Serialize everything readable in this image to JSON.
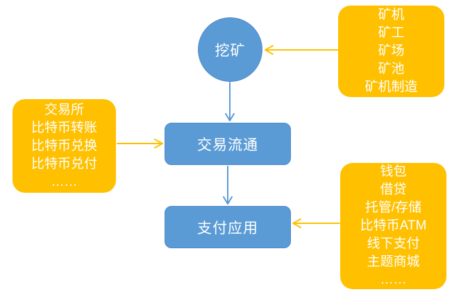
{
  "diagram": {
    "colors": {
      "node_blue": "#5B9BD5",
      "node_blue_border": "#4E8AC8",
      "callout_yellow": "#FFC000",
      "arrow_blue": "#5B9BD5",
      "arrow_yellow": "#FFC000",
      "label_text": "#FFFFFF"
    },
    "nodes": {
      "mining": {
        "label": "挖矿"
      },
      "circulation": {
        "label": "交易流通"
      },
      "payment": {
        "label": "支付应用"
      }
    },
    "callouts": {
      "mining_supply": {
        "items": [
          "矿机",
          "矿工",
          "矿场",
          "矿池",
          "矿机制造"
        ]
      },
      "trading_services": {
        "items": [
          "交易所",
          "比特币转账",
          "比特币兑换",
          "比特币兑付",
          "……"
        ]
      },
      "payment_services": {
        "items": [
          "钱包",
          "借贷",
          "托管/存储",
          "比特币ATM",
          "线下支付",
          "主题商城",
          "……"
        ]
      }
    }
  }
}
